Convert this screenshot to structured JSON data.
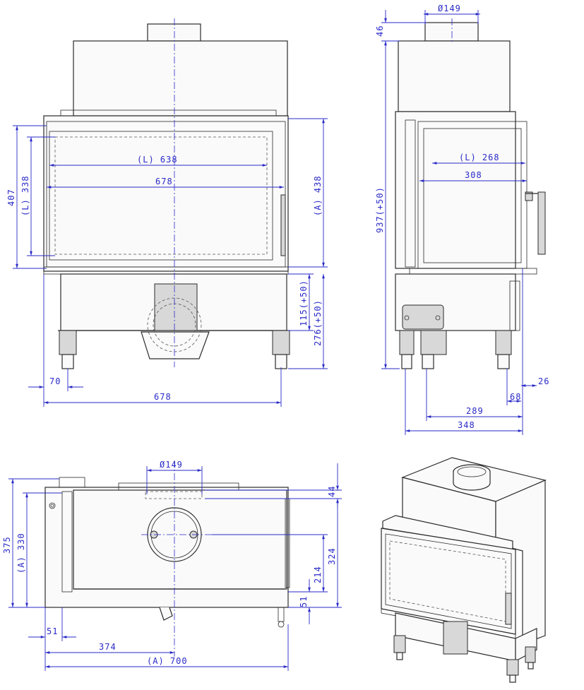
{
  "front_view": {
    "width_glass": "(L) 638",
    "width_inner": "678",
    "width_total": "678",
    "height_left": "407",
    "height_glass": "(L) 338",
    "height_right": "(A) 438",
    "leg_height_1": "115(+50)",
    "leg_height_2": "276(+50)",
    "leg_offset": "70"
  },
  "side_view": {
    "flue_diameter": "Ø149",
    "flue_top": "46",
    "total_height": "937(+50)",
    "depth_glass": "(L) 268",
    "depth_inner": "308",
    "depth_26": "26",
    "depth_68": "68",
    "depth_289": "289",
    "depth_348": "348"
  },
  "top_view": {
    "flue_diameter": "Ø149",
    "offset_44": "44",
    "depth_375": "375",
    "depth_330": "(A) 330",
    "flue_324": "324",
    "flue_214": "214",
    "offset_51_right": "51",
    "offset_51_bottom": "51",
    "flue_374": "374",
    "width_700": "(A) 700"
  },
  "colors": {
    "dimension": "#2a2ac8",
    "outline": "#2b2b2b"
  }
}
